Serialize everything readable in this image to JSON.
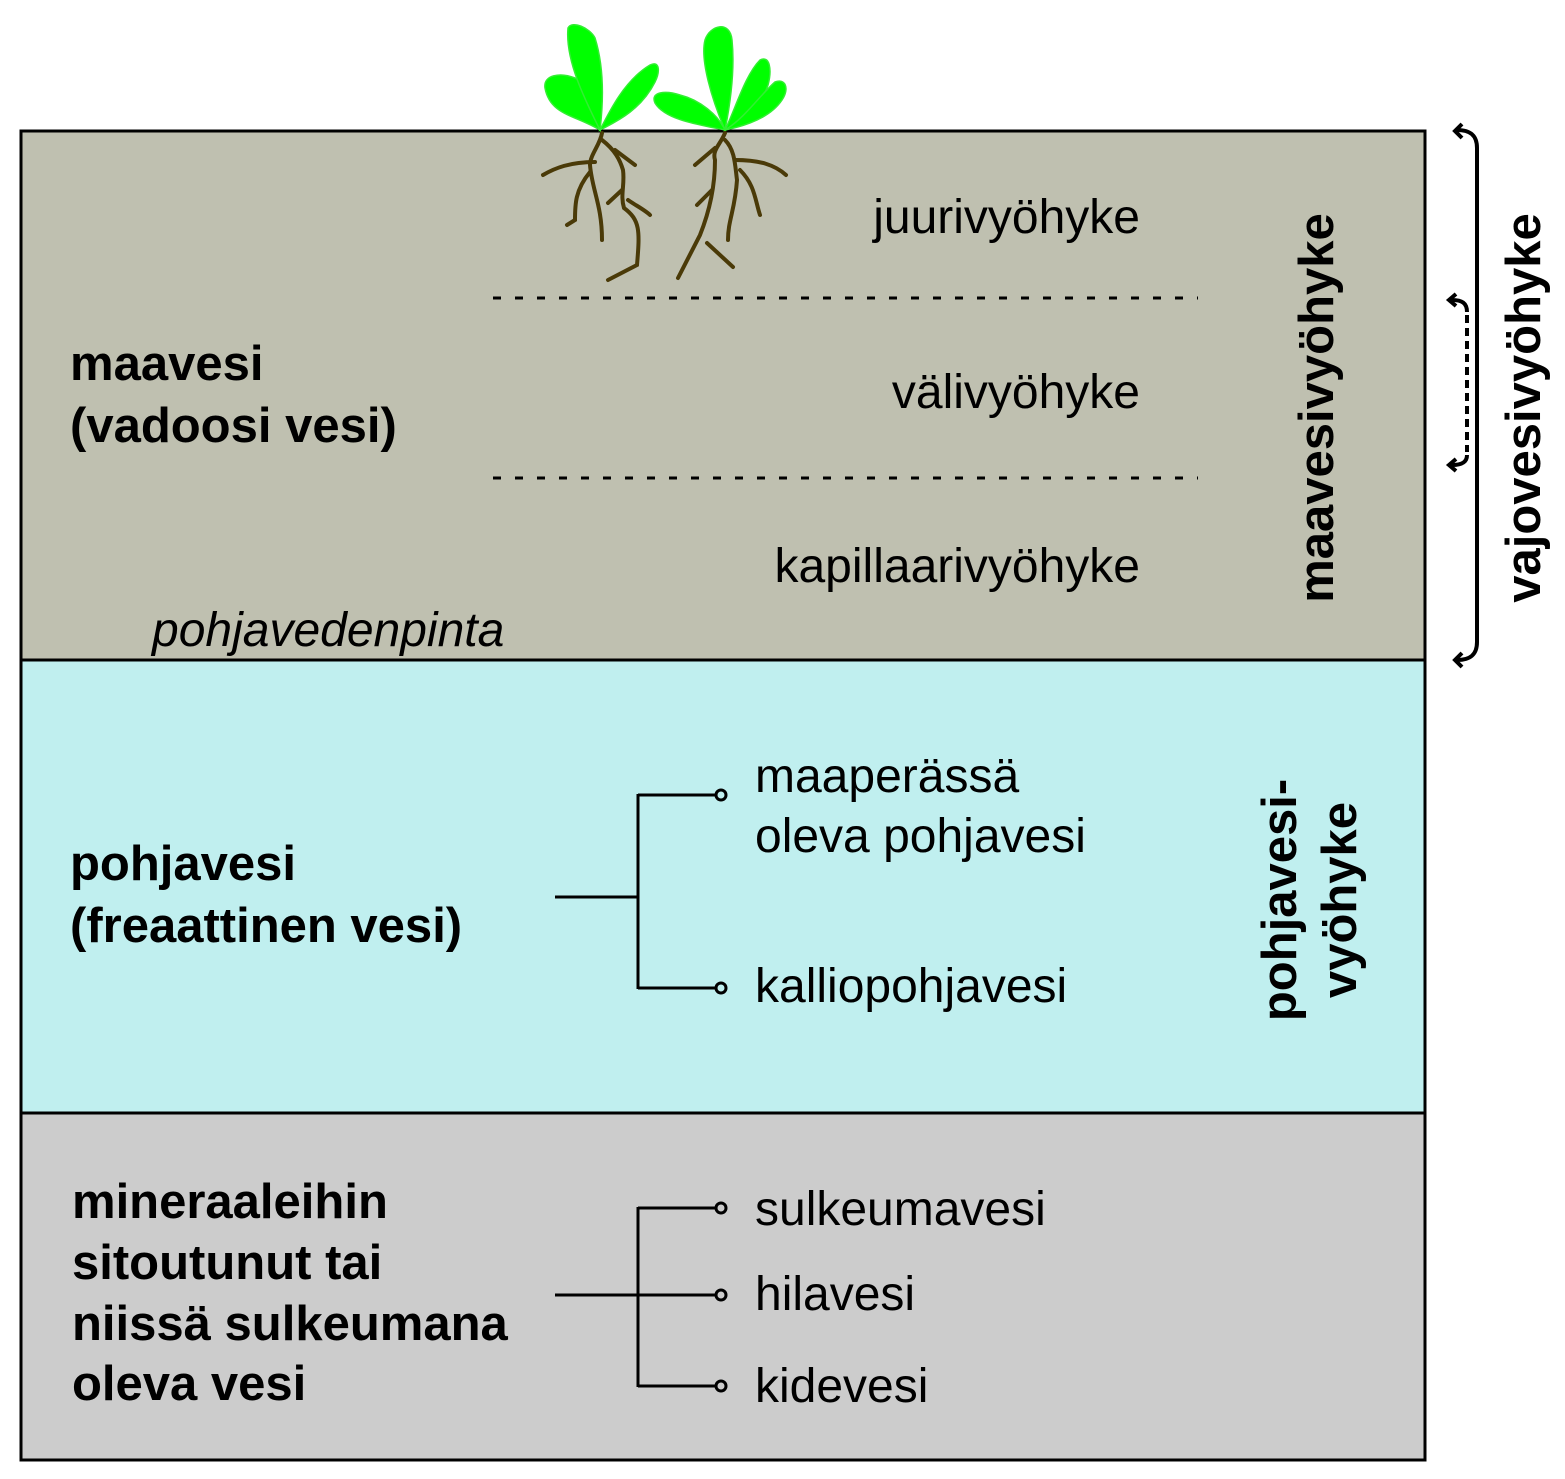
{
  "colors": {
    "unsaturated_zone": "#bfc0b0",
    "groundwater_zone": "#c0efef",
    "bound_water_zone": "#cccccc",
    "leaf": "#00ff00",
    "root": "#4a3a08"
  },
  "soil_water": {
    "title_line1": "maavesi",
    "title_line2": "(vadoosi vesi)",
    "sub_zones": [
      "juurivyöhyke",
      "välivyöhyke",
      "kapillaarivyöhyke"
    ],
    "water_table": "pohjavedenpinta",
    "zone_label": "maavesivyöhyke"
  },
  "groundwater": {
    "title_line1": "pohjavesi",
    "title_line2": "(freaattinen vesi)",
    "branch1_line1": "maaperässä",
    "branch1_line2": "oleva pohjavesi",
    "branch2": "kalliopohjavesi",
    "zone_label_line1": "pohjavesi-",
    "zone_label_line2": "vyöhyke"
  },
  "bound_water": {
    "title_lines": [
      "mineraaleihin",
      "sitoutunut tai",
      "niissä sulkeumana",
      "oleva vesi"
    ],
    "branches": [
      "sulkeumavesi",
      "hilavesi",
      "kidevesi"
    ]
  },
  "side_bracket_label": "vajovesivyöhyke"
}
